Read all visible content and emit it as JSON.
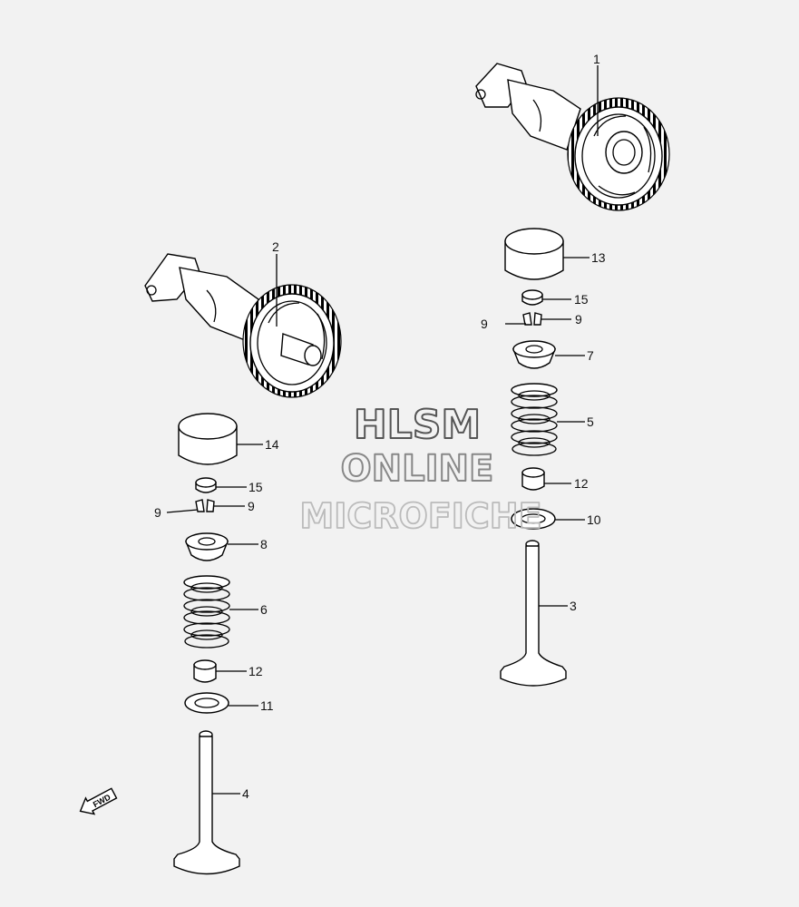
{
  "parts": [
    {
      "ref": "1"
    },
    {
      "ref": "2"
    },
    {
      "ref": "3"
    },
    {
      "ref": "4"
    },
    {
      "ref": "5"
    },
    {
      "ref": "6"
    },
    {
      "ref": "7"
    },
    {
      "ref": "8"
    },
    {
      "ref": "9"
    },
    {
      "ref": "10"
    },
    {
      "ref": "11"
    },
    {
      "ref": "12"
    },
    {
      "ref": "13"
    },
    {
      "ref": "14"
    },
    {
      "ref": "15"
    }
  ],
  "watermark": {
    "line1": "HLSM",
    "line2": "ONLINE",
    "line3": "MICROFICHE"
  },
  "direction_marker": "FWD"
}
